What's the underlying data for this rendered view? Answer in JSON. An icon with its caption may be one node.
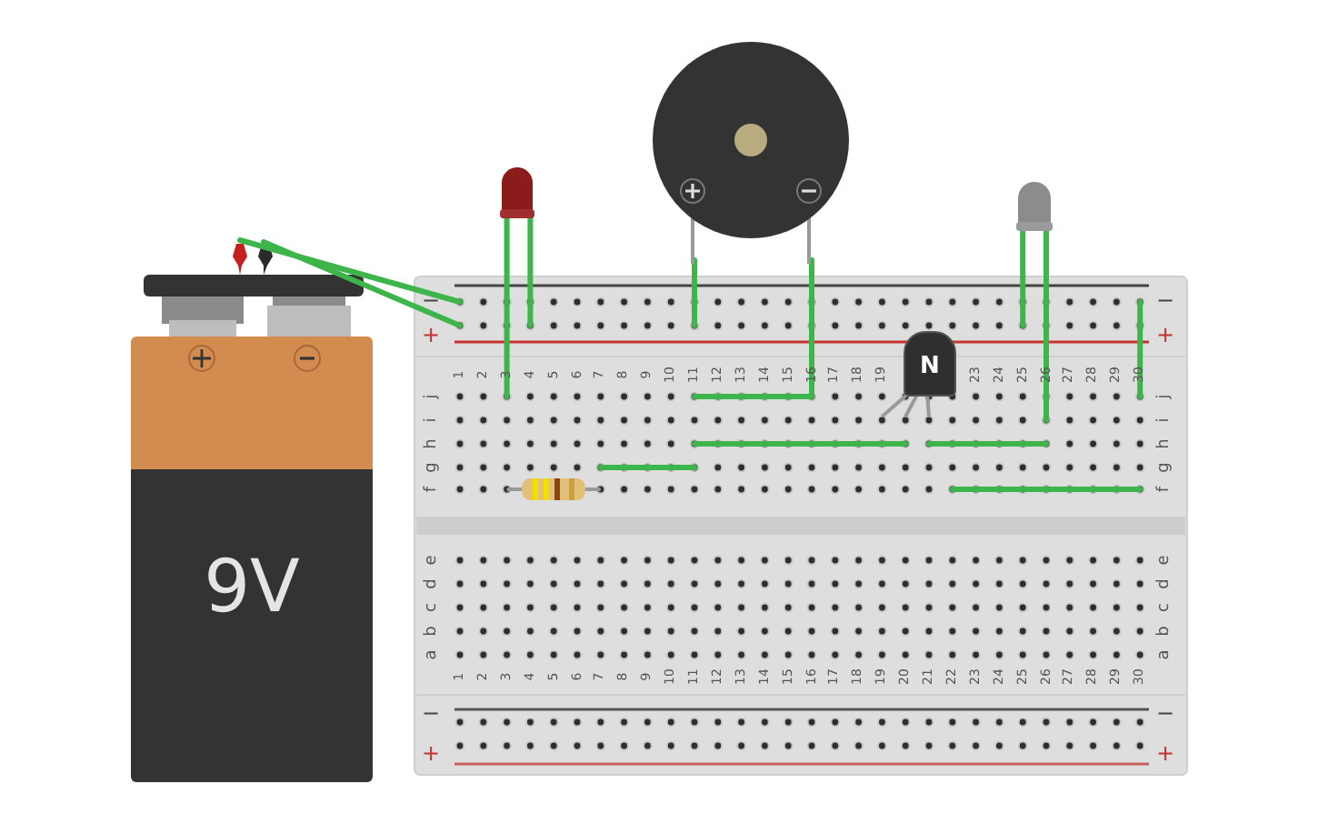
{
  "diagram": {
    "nodes": [
      {
        "text": [
          "9V"
        ]
      },
      {
        "text": [
          "N"
        ]
      }
    ],
    "labels": [
      "−",
      "−",
      "+",
      "+",
      "1",
      "2",
      "3",
      "4",
      "5",
      "6",
      "7",
      "8",
      "9",
      "10",
      "11",
      "12",
      "13",
      "14",
      "15",
      "16",
      "17",
      "18",
      "19",
      "23",
      "24",
      "25",
      "26",
      "27",
      "28",
      "29",
      "30",
      "j",
      "j",
      "i",
      "i",
      "h",
      "h",
      "g",
      "g",
      "f",
      "f",
      "e",
      "e",
      "d",
      "d",
      "c",
      "c",
      "b",
      "b",
      "a",
      "a",
      "1",
      "2",
      "3",
      "4",
      "5",
      "6",
      "7",
      "8",
      "9",
      "10",
      "11",
      "12",
      "13",
      "14",
      "15",
      "16",
      "17",
      "18",
      "19",
      "20",
      "21",
      "22",
      "23",
      "24",
      "25",
      "26",
      "27",
      "28",
      "29",
      "30",
      "−",
      "−",
      "+",
      "+"
    ]
  }
}
